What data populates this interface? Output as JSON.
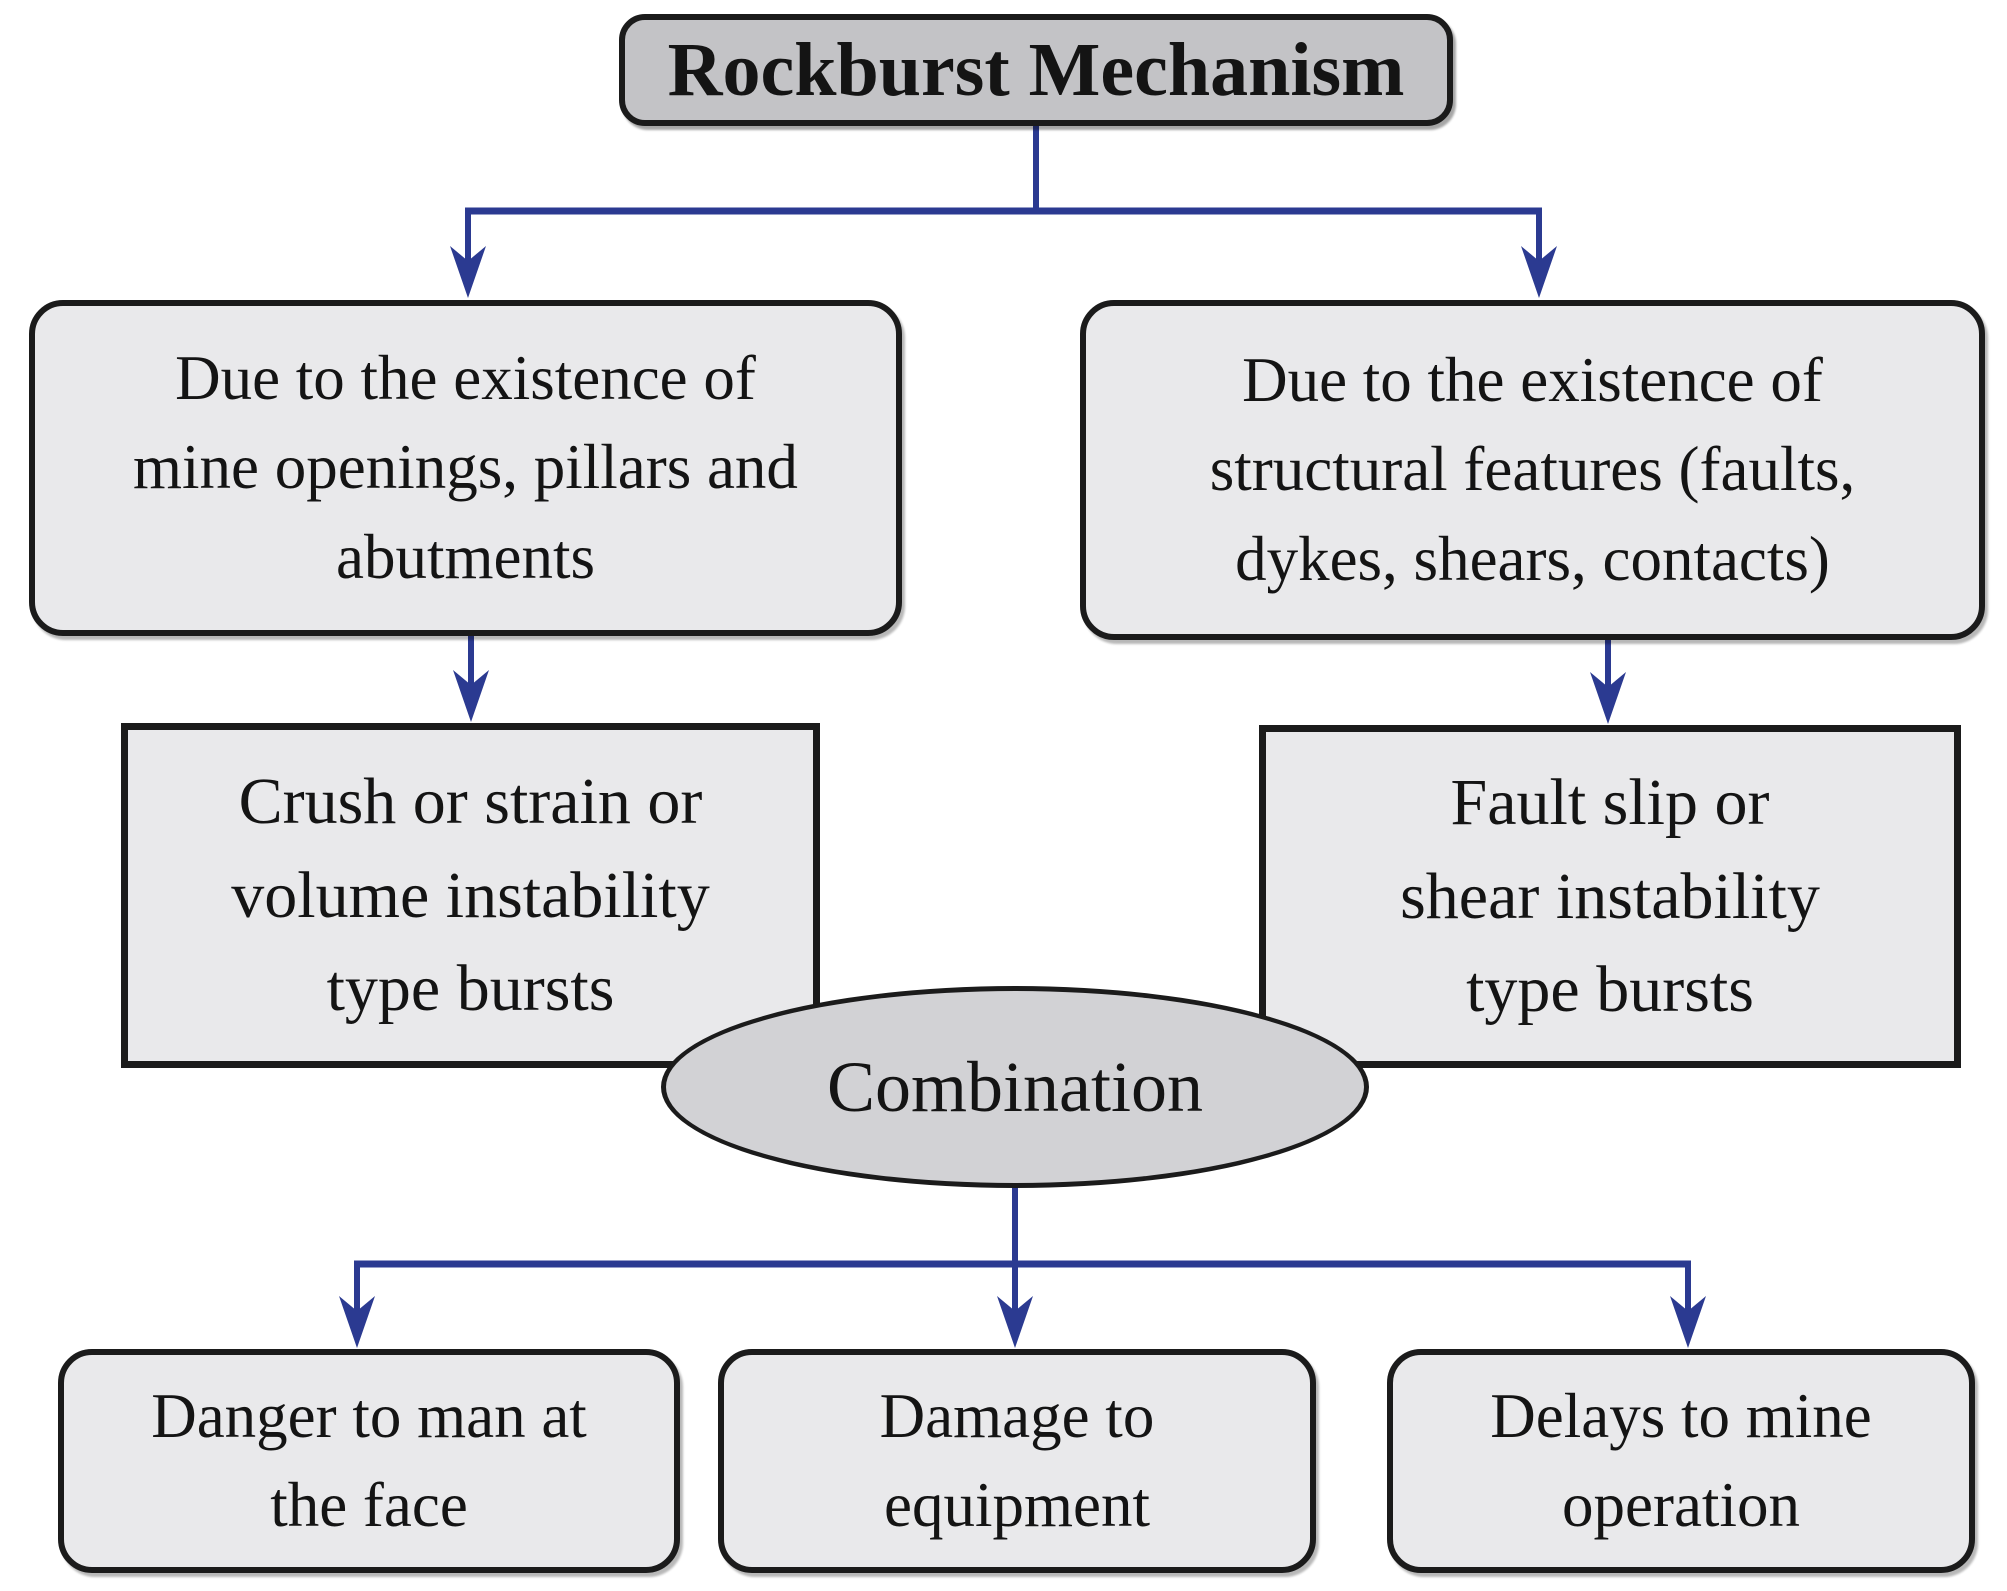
{
  "diagram": {
    "title": "Rockburst Mechanism",
    "nodes": {
      "cause_left": "Due to the existence of\nmine openings, pillars and\nabutments",
      "cause_right": "Due to the existence of\nstructural features (faults,\ndykes, shears, contacts)",
      "burst_left": "Crush or strain or\nvolume instability\ntype bursts",
      "burst_right": "Fault slip or\nshear instability\ntype bursts",
      "combination": "Combination",
      "outcome_1": "Danger to man at\nthe face",
      "outcome_2": "Damage to\nequipment",
      "outcome_3": "Delays to mine\noperation"
    },
    "colors": {
      "arrow": "#2b3a91",
      "border": "#1b1b1b",
      "box_fill": "#e9e9eb",
      "title_fill": "#c3c3c6",
      "ellipse_fill": "#d2d2d5",
      "text": "#141414",
      "background": "#ffffff"
    }
  }
}
